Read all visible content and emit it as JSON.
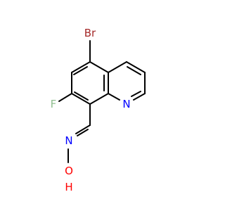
{
  "molecule": {
    "atoms": {
      "br": {
        "label": "Br",
        "color": "#a52a2a"
      },
      "f": {
        "label": "F",
        "color": "#8fbe8f"
      },
      "n_ring": {
        "label": "N",
        "color": "#0000ff"
      },
      "n_oxime": {
        "label": "N",
        "color": "#0000ff"
      },
      "o": {
        "label": "O",
        "color": "#ff0000"
      },
      "h": {
        "label": "H",
        "color": "#ff0000"
      }
    },
    "bond_color": "#000000"
  }
}
